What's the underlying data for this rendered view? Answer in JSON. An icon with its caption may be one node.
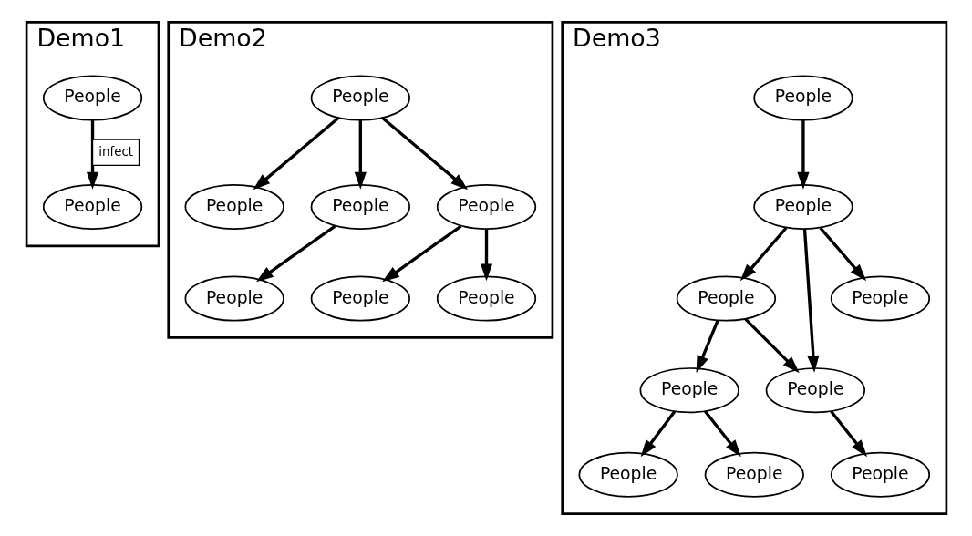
{
  "diagram": {
    "nodes": [
      {
        "text": [
          "Demo1"
        ]
      },
      {
        "text": [
          "People"
        ],
        "in": 0
      },
      {
        "text": [
          "People"
        ],
        "in": 0
      },
      {
        "text": [
          "Demo2"
        ]
      },
      {
        "text": [
          "People"
        ],
        "in": 3
      },
      {
        "text": [
          "People"
        ],
        "in": 3
      },
      {
        "text": [
          "People"
        ],
        "in": 3
      },
      {
        "text": [
          "People"
        ],
        "in": 3
      },
      {
        "text": [
          "People"
        ],
        "in": 3
      },
      {
        "text": [
          "People"
        ],
        "in": 3
      },
      {
        "text": [
          "People"
        ],
        "in": 3
      },
      {
        "text": [
          "Demo3"
        ]
      },
      {
        "text": [
          "People"
        ],
        "in": 11
      },
      {
        "text": [
          "People"
        ],
        "in": 11
      },
      {
        "text": [
          "People"
        ],
        "in": 11
      },
      {
        "text": [
          "People"
        ],
        "in": 11
      },
      {
        "text": [
          "People"
        ],
        "in": 11
      },
      {
        "text": [
          "People"
        ],
        "in": 11
      },
      {
        "text": [
          "People"
        ],
        "in": 11
      },
      {
        "text": [
          "People"
        ],
        "in": 11
      },
      {
        "text": [
          "People"
        ],
        "in": 11
      }
    ],
    "edges": [
      {
        "from": 1,
        "to": 2,
        "arrow": "to",
        "label": "infect"
      },
      {
        "from": 4,
        "to": 5,
        "arrow": "to"
      },
      {
        "from": 4,
        "to": 7,
        "arrow": "to"
      },
      {
        "from": 4,
        "to": 6,
        "arrow": "to"
      },
      {
        "from": 7,
        "to": 9,
        "arrow": "to"
      },
      {
        "from": 7,
        "to": 10,
        "arrow": "to"
      },
      {
        "from": 6,
        "to": 8,
        "arrow": "to"
      },
      {
        "from": 12,
        "to": 14,
        "arrow": "to"
      },
      {
        "from": 12,
        "to": 15,
        "arrow": "to"
      },
      {
        "from": 16,
        "to": 12,
        "arrow": "to"
      },
      {
        "from": 16,
        "to": 14,
        "arrow": "to"
      },
      {
        "from": 15,
        "to": 13,
        "arrow": "to"
      },
      {
        "from": 14,
        "to": 17,
        "arrow": "to"
      },
      {
        "from": 15,
        "to": 18,
        "arrow": "to"
      },
      {
        "from": 16,
        "to": 19,
        "arrow": "to"
      },
      {
        "from": 20,
        "to": 16,
        "arrow": "to"
      }
    ]
  }
}
